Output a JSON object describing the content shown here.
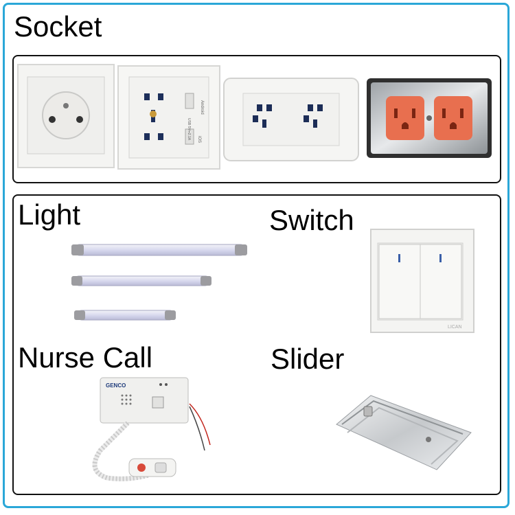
{
  "labels": {
    "socket": "Socket",
    "light": "Light",
    "switch": "Switch",
    "nurse_call": "Nurse Call",
    "slider": "Slider"
  },
  "product_text": {
    "usb_socket_side": "Android",
    "usb_socket_center": "USB 5V⎓2.1A",
    "usb_socket_ios": "iOS",
    "nurse_brand": "GENCO",
    "switch_brand": "LICAN"
  },
  "colors": {
    "frame_border": "#2aa7d8",
    "panel_border": "#111111",
    "us_outlet_face": "#e86f4f"
  }
}
